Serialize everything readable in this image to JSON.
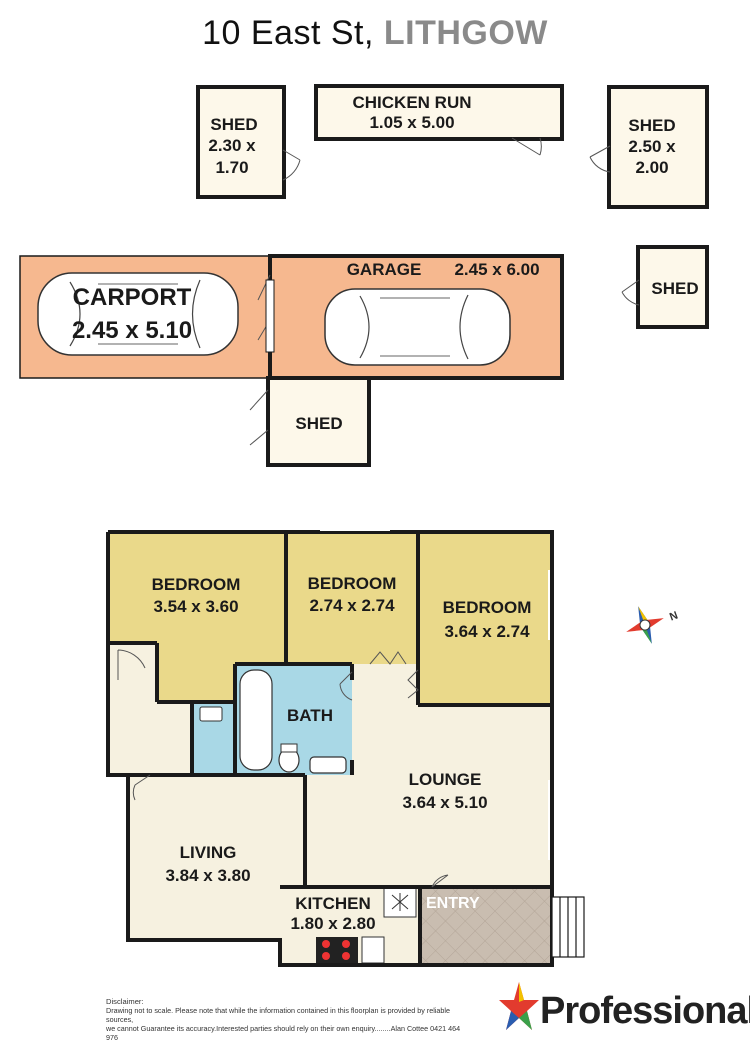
{
  "title": {
    "street": "10 East St,",
    "suburb": "LITHGOW"
  },
  "rooms": {
    "shed1": {
      "name": "SHED",
      "dim1": "2.30 x",
      "dim2": "1.70"
    },
    "chicken_run": {
      "name": "CHICKEN RUN",
      "dim": "1.05 x 5.00"
    },
    "shed2": {
      "name": "SHED",
      "dim1": "2.50 x",
      "dim2": "2.00"
    },
    "shed3": {
      "name": "SHED"
    },
    "carport": {
      "name": "CARPORT",
      "dim": "2.45 x 5.10"
    },
    "garage": {
      "name": "GARAGE",
      "dim": "2.45 x 6.00"
    },
    "shed4": {
      "name": "SHED"
    },
    "bedroom1": {
      "name": "BEDROOM",
      "dim": "3.54 x 3.60"
    },
    "bedroom2": {
      "name": "BEDROOM",
      "dim": "2.74 x 2.74"
    },
    "bedroom3": {
      "name": "BEDROOM",
      "dim": "3.64 x 2.74"
    },
    "bath": {
      "name": "BATH"
    },
    "lounge": {
      "name": "LOUNGE",
      "dim": "3.64 x 5.10"
    },
    "living": {
      "name": "LIVING",
      "dim": "3.84 x 3.80"
    },
    "kitchen": {
      "name": "KITCHEN",
      "dim": "1.80 x 2.80"
    },
    "entry": {
      "name": "ENTRY"
    }
  },
  "colors": {
    "bedroom": "#ead98a",
    "wet": "#a9d8e6",
    "living": "#f6f1e0",
    "garage": "#f6b88f",
    "shed": "#fdf8ea",
    "entry": "#c9bdb0",
    "wall": "#1a1a1a"
  },
  "disclaimer": {
    "heading": "Disclaimer:",
    "line1": "Drawing not to scale. Please note that while the information contained in this floorplan is provided by reliable sources,",
    "line2": "we cannot Guarantee its accuracy.Interested parties should rely on their own enquiry........Alan Cottee 0421 464 976"
  },
  "brand": {
    "name": "Professionals"
  },
  "icons": {
    "compass": "compass-icon",
    "logo": "star-logo-icon"
  }
}
